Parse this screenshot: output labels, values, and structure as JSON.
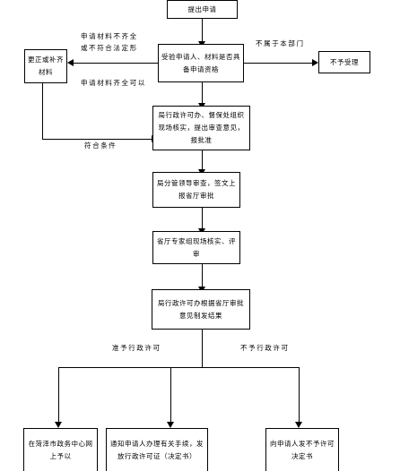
{
  "nodes": {
    "submit": "提出申请",
    "review": "受验申请人、材料是否具备申请资格",
    "not_accept": "不予受理",
    "correct": "更正或补齐材料",
    "bureau_handle": "局行政许可办、督保处组织现场核实，提出审查意见，报批准",
    "bureau_leader": "局分管领导审查，签文上报省厅审批",
    "province": "省厅专家组现场核实、评审",
    "decision": "局行政许可办根据省厅审批意见制发结果",
    "publish": "在菏泽市政务中心网上予以",
    "notify": "通知申请人办理有关手续，发放行政许可证（决定书）",
    "reject_notice": "向申请人发不予许可决定书"
  },
  "labels": {
    "incomplete": "申请材料不齐全或不符合法定形",
    "not_in_dept": "不属于本部门",
    "complete": "申请材料齐全可以",
    "meets": "符合条件",
    "grant": "准予行政许可",
    "deny": "不予行政许可"
  }
}
